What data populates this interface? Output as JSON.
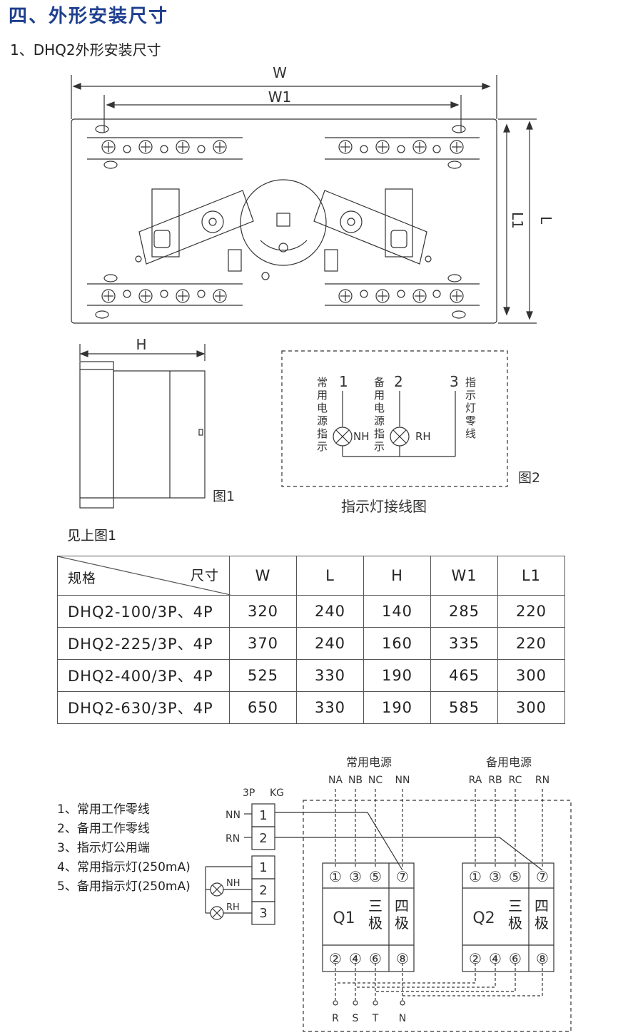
{
  "section_title": "四、外形安装尺寸",
  "subsection_title": "1、DHQ2外形安装尺寸",
  "fig1": {
    "dim_w": "W",
    "dim_w1": "W1",
    "dim_l": "L",
    "dim_l1": "L1",
    "dim_h": "H",
    "caption": "图1"
  },
  "fig2": {
    "caption": "图2",
    "title": "指示灯接线图",
    "label_1": "1",
    "label_2": "2",
    "label_3": "3",
    "text_1": "常用电源指示",
    "text_2": "备用电源指示",
    "text_3": "指示灯零线",
    "lamp_nh": "NH",
    "lamp_rh": "RH"
  },
  "table_note": "见上图1",
  "table": {
    "corner_left": "规格",
    "corner_right": "尺寸",
    "headers": [
      "W",
      "L",
      "H",
      "W1",
      "L1"
    ],
    "rows": [
      {
        "model": "DHQ2-100/3P、4P",
        "values": [
          "320",
          "240",
          "140",
          "285",
          "220"
        ]
      },
      {
        "model": "DHQ2-225/3P、4P",
        "values": [
          "370",
          "240",
          "160",
          "335",
          "220"
        ]
      },
      {
        "model": "DHQ2-400/3P、4P",
        "values": [
          "525",
          "330",
          "190",
          "465",
          "300"
        ]
      },
      {
        "model": "DHQ2-630/3P、4P",
        "values": [
          "650",
          "330",
          "190",
          "585",
          "300"
        ]
      }
    ]
  },
  "wiring": {
    "legend": [
      "1、常用工作零线",
      "2、备用工作零线",
      "3、指示灯公用端",
      "4、常用指示灯(250mA)",
      "5、备用指示灯(250mA)"
    ],
    "header_3p": "3P",
    "header_kg": "KG",
    "nn": "NN",
    "rn": "RN",
    "term_1": "1",
    "term_2": "2",
    "term_b1": "1",
    "term_b2": "2",
    "term_b3": "3",
    "nh": "NH",
    "rh": "RH",
    "common_source": "常用电源",
    "backup_source": "备用电源",
    "common_phases": [
      "NA",
      "NB",
      "NC",
      "NN"
    ],
    "backup_phases": [
      "RA",
      "RB",
      "RC",
      "RN"
    ],
    "q1": "Q1",
    "q2": "Q2",
    "three_pole": "三极",
    "four_pole": "四极",
    "top_terms": [
      "①",
      "③",
      "⑤",
      "⑦"
    ],
    "bottom_terms": [
      "②",
      "④",
      "⑥",
      "⑧"
    ],
    "outputs": [
      "R",
      "S",
      "T",
      "N"
    ]
  }
}
